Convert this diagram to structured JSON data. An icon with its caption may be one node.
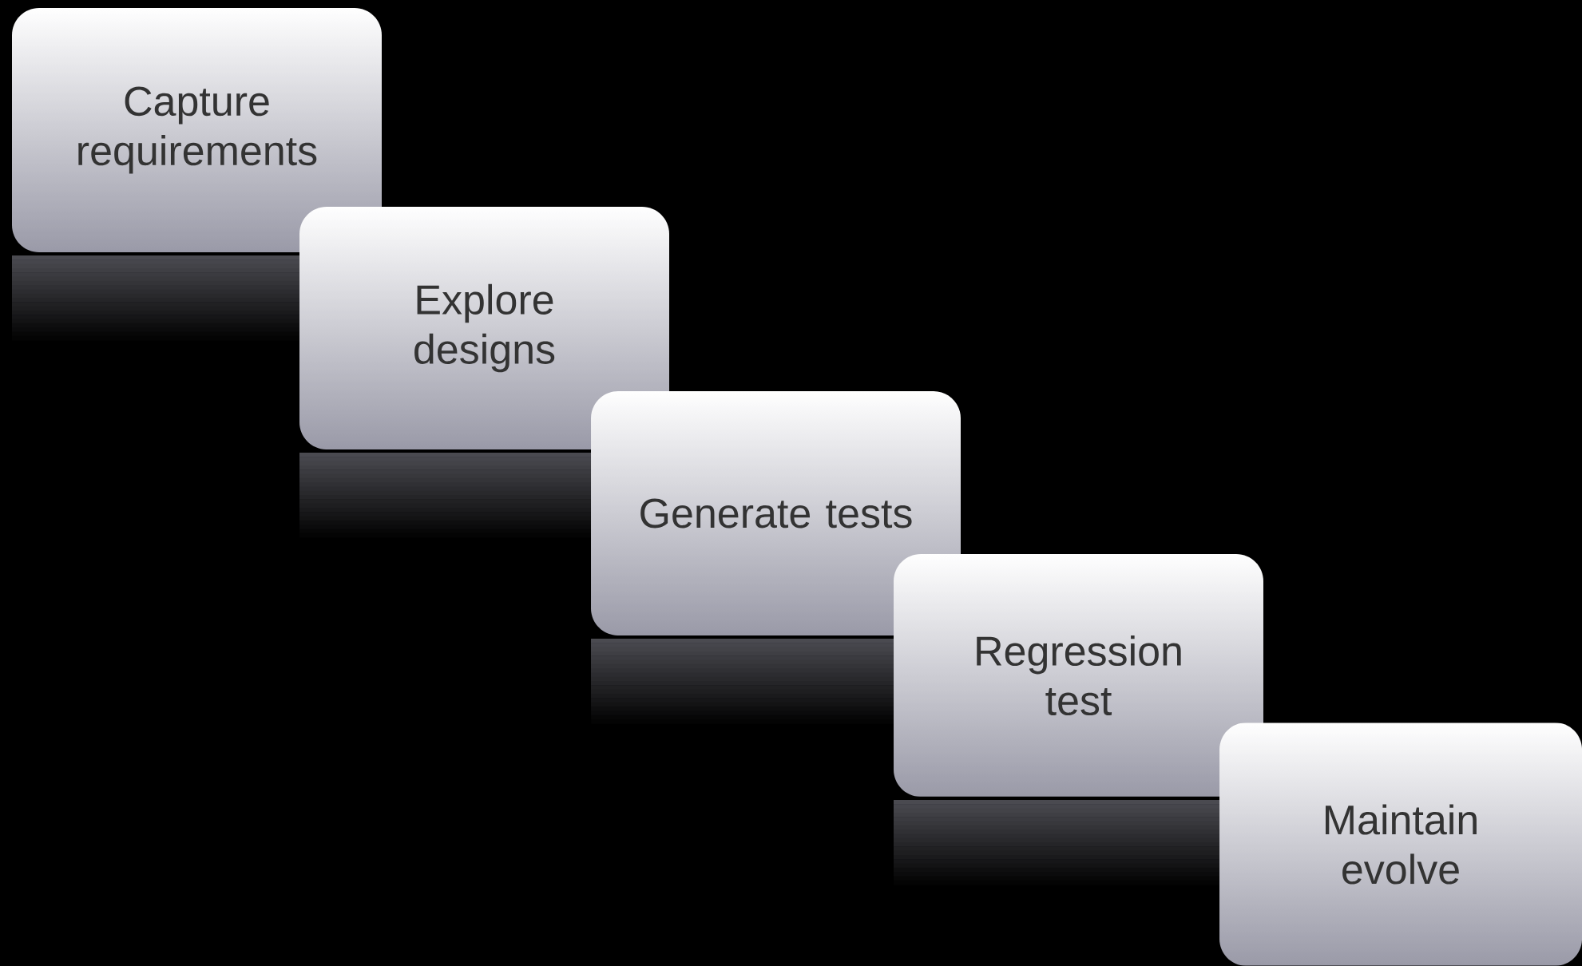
{
  "diagram": {
    "nodes": [
      {
        "text": [
          "Capture requirements"
        ]
      },
      {
        "text": [
          "Explore designs"
        ]
      },
      {
        "text": [
          "Generate tests"
        ]
      },
      {
        "text": [
          "Regression test"
        ]
      },
      {
        "text": [
          "Maintain evolve"
        ]
      }
    ]
  }
}
